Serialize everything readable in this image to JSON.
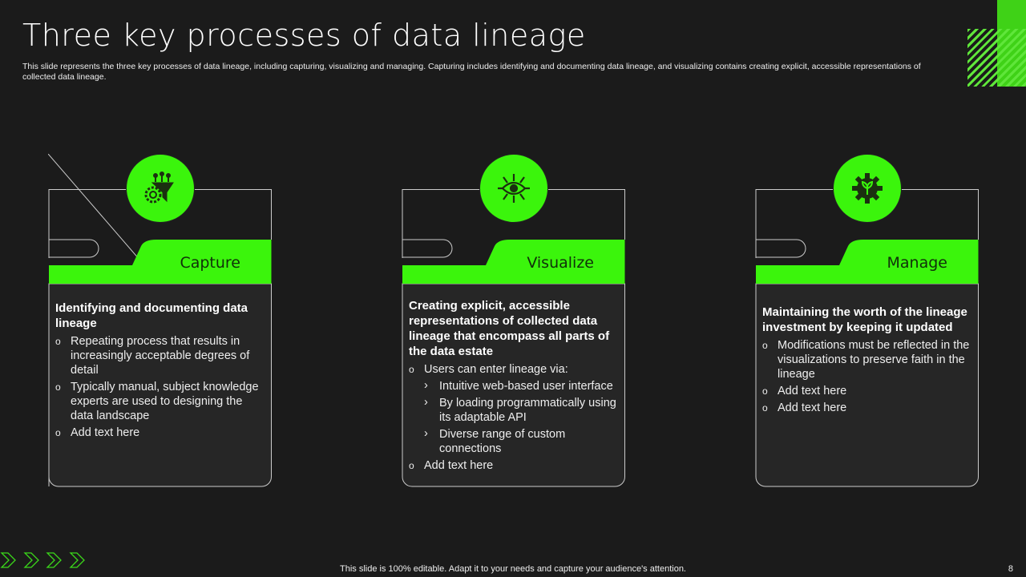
{
  "title": "Three key processes of data lineage",
  "subtitle": "This slide represents the three key processes of data lineage, including capturing, visualizing and managing. Capturing includes identifying and documenting data lineage, and visualizing contains creating explicit, accessible representations of collected data lineage.",
  "cards": [
    {
      "label": "Capture",
      "icon": "funnel-gear-icon",
      "heading": "Identifying and documenting data lineage",
      "bullets": [
        "Repeating process that results in increasingly acceptable degrees of detail",
        "Typically manual, subject knowledge experts are used to designing the data landscape",
        "Add text here"
      ]
    },
    {
      "label": "Visualize",
      "icon": "eye-network-icon",
      "heading": "Creating explicit, accessible representations of collected data lineage that encompass all parts of the data estate",
      "bullets": [
        "Users can enter lineage via:",
        "Add text here"
      ],
      "subbullets": [
        "Intuitive web-based user interface",
        "By loading programmatically using its adaptable API",
        "Diverse range of custom connections"
      ]
    },
    {
      "label": "Manage",
      "icon": "gear-plant-icon",
      "heading": "Maintaining the worth of the lineage investment by keeping it updated",
      "bullets": [
        "Modifications must be reflected in the visualizations to preserve faith in the lineage",
        "Add text here",
        "Add text here"
      ]
    }
  ],
  "footer": "This slide is 100% editable. Adapt it to your needs and capture your audience's attention.",
  "page_number": "8",
  "colors": {
    "accent": "#3bf50c",
    "background": "#1b1b1b",
    "card": "#262626"
  }
}
